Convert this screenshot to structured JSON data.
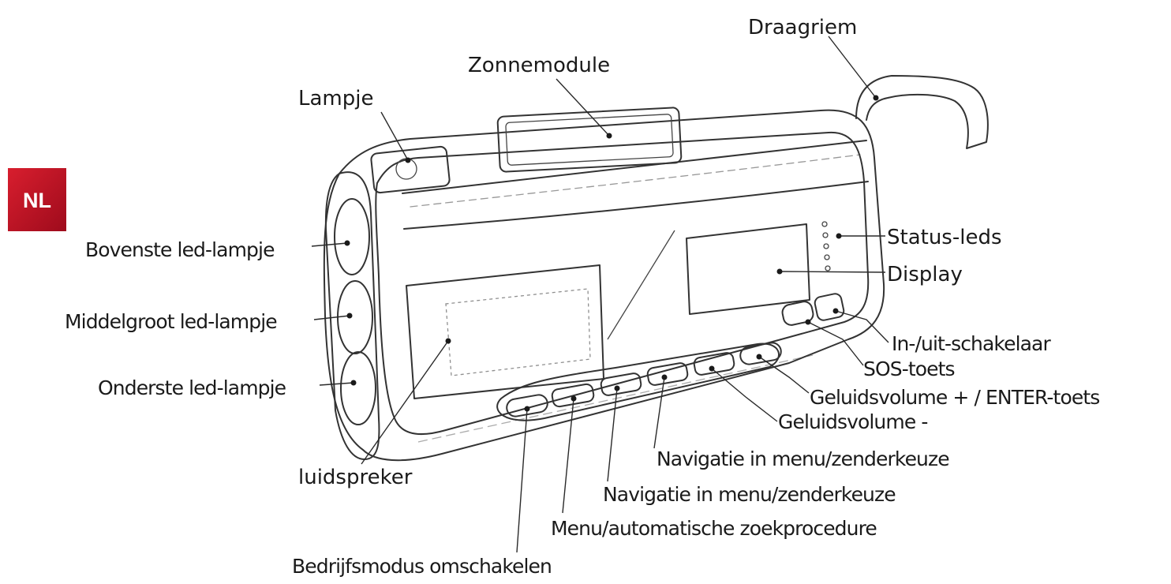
{
  "badge": {
    "text": "NL",
    "color": "#c8102e"
  },
  "labels": {
    "draagriem": "Draagriem",
    "zonnemodule": "Zonnemodule",
    "lampje": "Lampje",
    "bovenste_led": "Bovenste led-lampje",
    "middelgroot_led": "Middelgroot led-lampje",
    "onderste_led": "Onderste led-lampje",
    "luidspreker": "luidspreker",
    "status_leds": "Status-leds",
    "display": "Display",
    "aan_uit": "In-/uit-schakelaar",
    "sos": "SOS-toets",
    "volume_plus": "Geluidsvolume + / ENTER-toets",
    "volume_min": "Geluidsvolume -",
    "nav_1": "Navigatie in menu/zenderkeuze",
    "nav_2": "Navigatie in menu/zenderkeuze",
    "menu": "Menu/automatische zoekprocedure",
    "bedrijfsmodus": "Bedrijfsmodus omschakelen"
  }
}
